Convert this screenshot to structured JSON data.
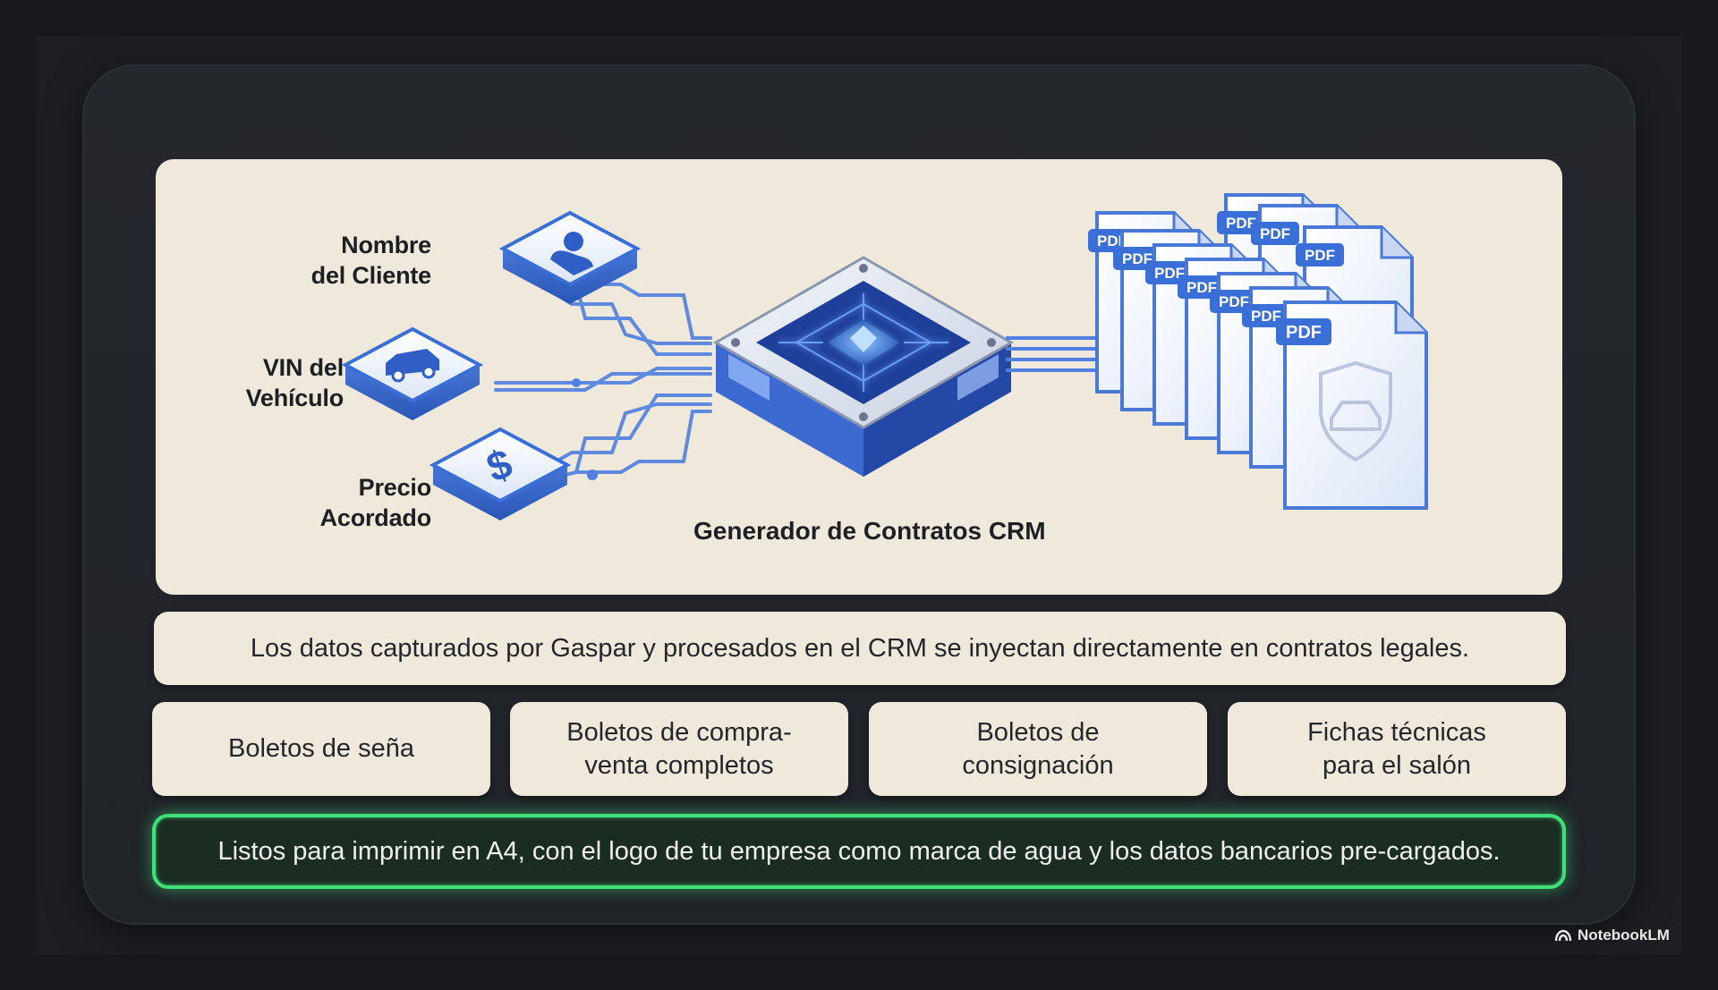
{
  "diagram": {
    "inputs": [
      {
        "label_line1": "Nombre",
        "label_line2": "del Cliente",
        "icon": "user-icon"
      },
      {
        "label_line1": "VIN del",
        "label_line2": "Vehículo",
        "icon": "car-icon"
      },
      {
        "label_line1": "Precio",
        "label_line2": "Acordado",
        "icon": "dollar-icon"
      }
    ],
    "processor_label": "Generador de Contratos CRM",
    "output_badge": "PDF",
    "accent_color": "#3b6fd8",
    "chip_color": "#5a8ef0"
  },
  "summary_text": "Los datos capturados por Gaspar y procesados en el CRM se inyectan directamente en contratos legales.",
  "document_types": [
    {
      "line1": "Boletos de seña",
      "line2": ""
    },
    {
      "line1": "Boletos de compra-",
      "line2": "venta completos"
    },
    {
      "line1": "Boletos de",
      "line2": "consignación"
    },
    {
      "line1": "Fichas técnicas",
      "line2": "para el salón"
    }
  ],
  "highlight_text": "Listos para imprimir en A4, con el logo de tu empresa como marca de agua y los datos bancarios pre-cargados.",
  "highlight_color": "#3fe07a",
  "watermark": "NotebookLM"
}
